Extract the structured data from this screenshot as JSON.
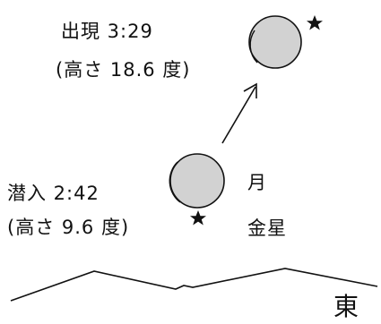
{
  "reappearance": {
    "heading": "出現 3:29",
    "altitude": "(高さ 18.6 度)"
  },
  "immersion": {
    "heading": "潜入 2:42",
    "altitude": "(高さ 9.6 度)"
  },
  "bodies": {
    "moon": "月",
    "venus": "金星"
  },
  "direction": "東",
  "colors": {
    "ink": "#111111",
    "moon_fill": "#d2d2d2",
    "background": "#ffffff"
  },
  "icons": {
    "venus_marker": "star-icon"
  }
}
